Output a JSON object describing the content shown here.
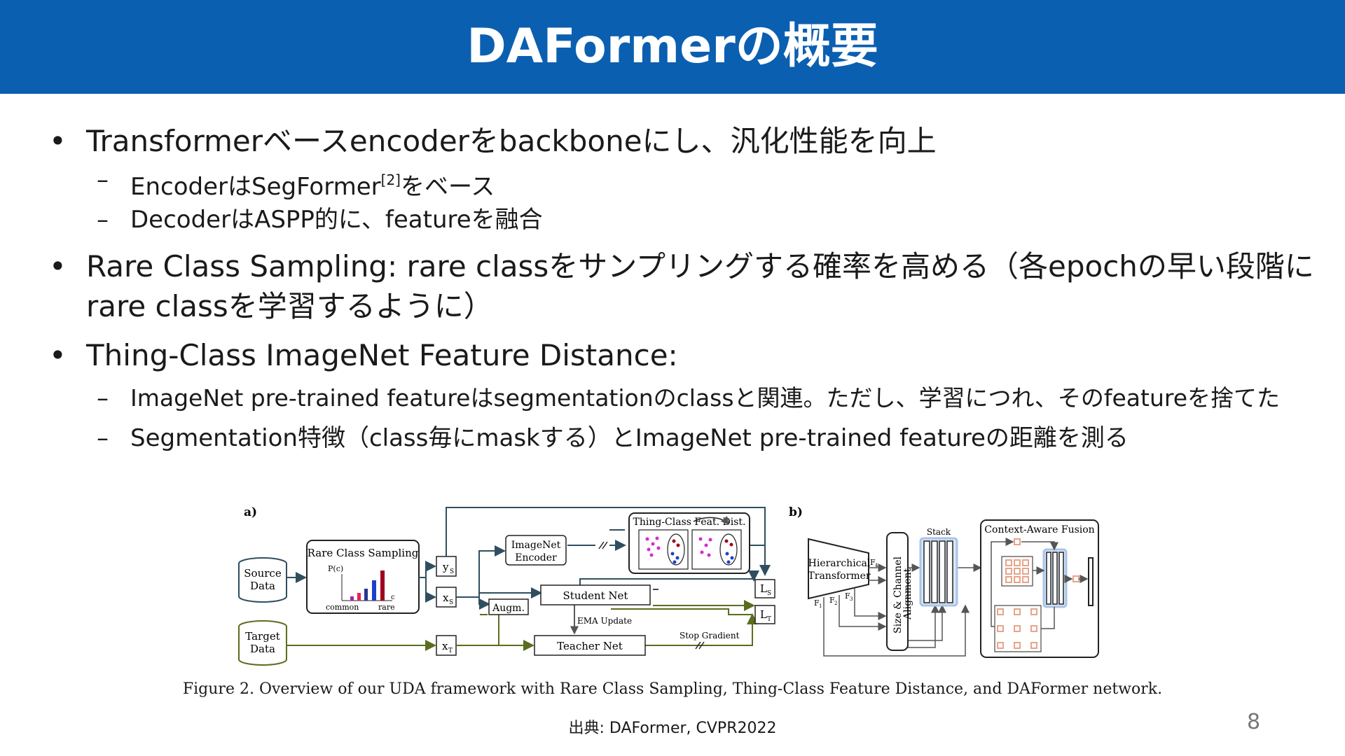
{
  "slide": {
    "title": "DAFormerの概要",
    "page_number": "8",
    "source": "出典: DAFormer, CVPR2022",
    "caption": "Figure 2. Overview of our UDA framework with Rare Class Sampling, Thing-Class Feature Distance, and DAFormer network."
  },
  "colors": {
    "title_bar": "#0b5fb0",
    "title_text": "#ffffff",
    "source_arrow": "#2f4f5f",
    "target_arrow": "#5a6e1e",
    "stack_highlight": "#a8c4e8",
    "fusion_square": "#e8a48a"
  },
  "bullets": {
    "bullet_symbol": "•",
    "dash_symbol": "–",
    "b1": "Transformerベースencoderをbackboneにし、汎化性能を向上",
    "b1_s1_pre": "EncoderはSegFormer",
    "b1_s1_sup": "[2]",
    "b1_s1_post": "をベース",
    "b1_s2": "DecoderはASPP的に、featureを融合",
    "b2_line1": "Rare Class Sampling: rare classをサンプリングする確率を高める（各epochの早い段階に",
    "b2_line2": "rare classを学習するように）",
    "b3": "Thing-Class ImageNet Feature Distance:",
    "b3_s1": "ImageNet pre-trained featureはsegmentationのclassと関連。ただし、学習につれ、そのfeatureを捨てた",
    "b3_s2": "Segmentation特徴（class毎にmaskする）とImageNet pre-trained featureの距離を測る"
  },
  "figure": {
    "label_a": "a)",
    "label_b": "b)",
    "source_data": [
      "Source",
      "Data"
    ],
    "target_data": [
      "Target",
      "Data"
    ],
    "rcs_title": "Rare Class Sampling",
    "rcs_axis_p": "P(c)",
    "rcs_axis_c": "c",
    "rcs_common": "common",
    "rcs_rare": "rare",
    "ys": "y",
    "ys_sub": "S",
    "xs": "x",
    "xs_sub": "S",
    "xt": "x",
    "xt_sub": "T",
    "imagenet_encoder": [
      "ImageNet",
      "Encoder"
    ],
    "thing_class_title": "Thing-Class Feat. Dist.",
    "student_net": "Student Net",
    "teacher_net": "Teacher Net",
    "augm": "Augm.",
    "ema_update": "EMA Update",
    "stop_gradient": "Stop Gradient",
    "ls": "L",
    "ls_sub": "S",
    "lt": "L",
    "lt_sub": "T",
    "hier_transformer": [
      "Hierarchical",
      "Transformer"
    ],
    "f1": "F",
    "f1_sub": "1",
    "f2": "F",
    "f2_sub": "2",
    "f3": "F",
    "f3_sub": "3",
    "f4": "F",
    "f4_sub": "4",
    "size_channel": [
      "Size & Channel",
      "Alignment"
    ],
    "stack": "Stack",
    "context_fusion": "Context-Aware Fusion"
  }
}
